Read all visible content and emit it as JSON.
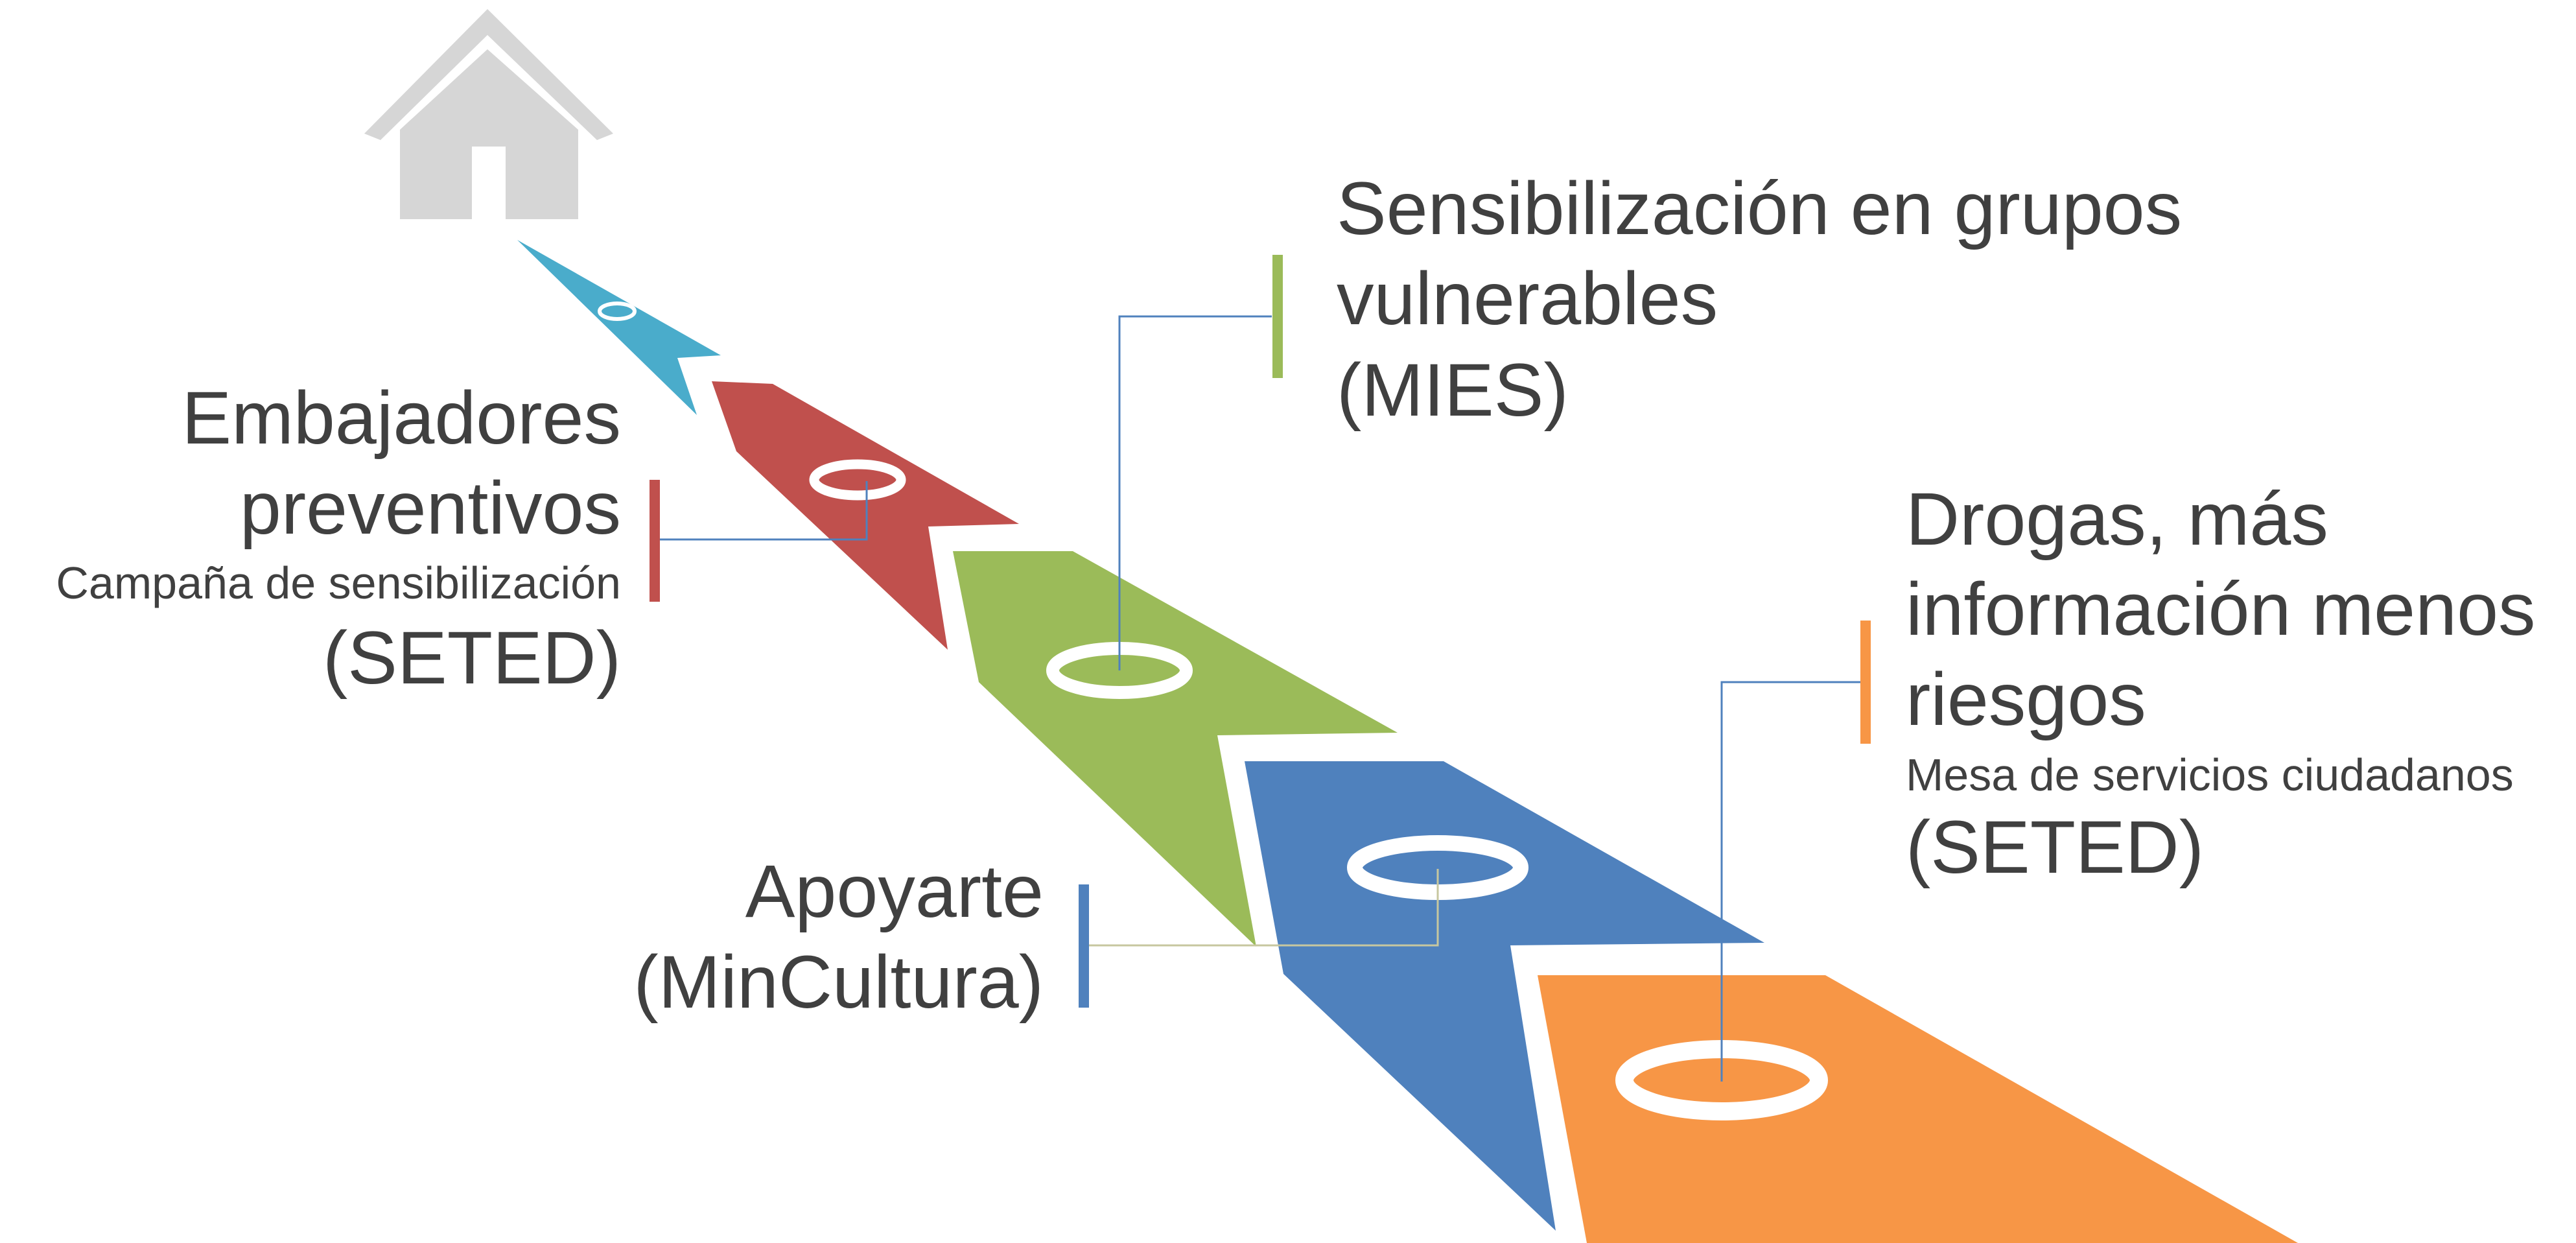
{
  "colors": {
    "house": "#d6d6d6",
    "teal": "#4aaccb",
    "red": "#c0504d",
    "green": "#9bbb59",
    "blue": "#4f81bd",
    "orange": "#f79646",
    "line": "#4f81bd",
    "text": "#404040"
  },
  "icons": {
    "home": "home-icon"
  },
  "steps": [
    {
      "id": "embajadores",
      "color": "red",
      "title_lines": [
        "Embajadores",
        "preventivos"
      ],
      "subtitle": "Campaña de sensibilización",
      "agency": "(SETED)"
    },
    {
      "id": "mies",
      "color": "green",
      "title_lines": [
        "Sensibilización en grupos",
        "vulnerables"
      ],
      "subtitle": "",
      "agency": "(MIES)"
    },
    {
      "id": "apoyarte",
      "color": "blue",
      "title_lines": [
        "Apoyarte"
      ],
      "subtitle": "",
      "agency": "(MinCultura)"
    },
    {
      "id": "drogas",
      "color": "orange",
      "title_lines": [
        "Drogas, más",
        "información menos",
        "riesgos"
      ],
      "subtitle": "Mesa de servicios ciudadanos",
      "agency": "(SETED)"
    }
  ]
}
